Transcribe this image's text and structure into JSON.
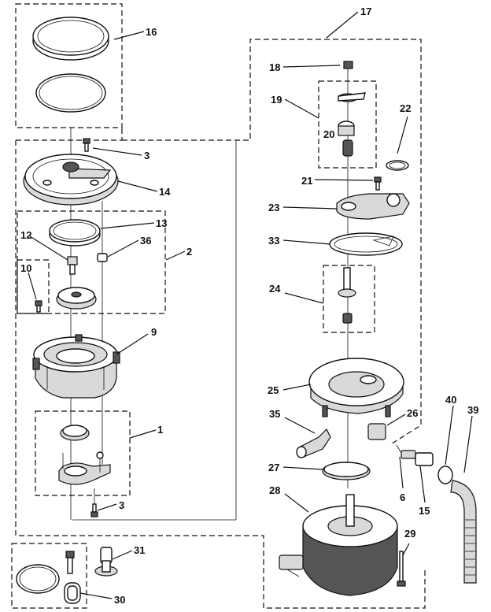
{
  "diagram": {
    "callouts": [
      {
        "id": "c16",
        "text": "16"
      },
      {
        "id": "c17",
        "text": "17"
      },
      {
        "id": "c18",
        "text": "18"
      },
      {
        "id": "c19",
        "text": "19"
      },
      {
        "id": "c20",
        "text": "20"
      },
      {
        "id": "c21",
        "text": "21"
      },
      {
        "id": "c22",
        "text": "22"
      },
      {
        "id": "c23",
        "text": "23"
      },
      {
        "id": "c33",
        "text": "33"
      },
      {
        "id": "c24",
        "text": "24"
      },
      {
        "id": "c25",
        "text": "25"
      },
      {
        "id": "c35",
        "text": "35"
      },
      {
        "id": "c26",
        "text": "26"
      },
      {
        "id": "c27",
        "text": "27"
      },
      {
        "id": "c28",
        "text": "28"
      },
      {
        "id": "c29",
        "text": "29"
      },
      {
        "id": "c40",
        "text": "40"
      },
      {
        "id": "c39",
        "text": "39"
      },
      {
        "id": "c6",
        "text": "6"
      },
      {
        "id": "c15",
        "text": "15"
      },
      {
        "id": "c3a",
        "text": "3"
      },
      {
        "id": "c14",
        "text": "14"
      },
      {
        "id": "c13",
        "text": "13"
      },
      {
        "id": "c12",
        "text": "12"
      },
      {
        "id": "c36",
        "text": "36"
      },
      {
        "id": "c2",
        "text": "2"
      },
      {
        "id": "c10",
        "text": "10"
      },
      {
        "id": "c9",
        "text": "9"
      },
      {
        "id": "c1",
        "text": "1"
      },
      {
        "id": "c3b",
        "text": "3"
      },
      {
        "id": "c31",
        "text": "31"
      },
      {
        "id": "c30",
        "text": "30"
      }
    ]
  }
}
